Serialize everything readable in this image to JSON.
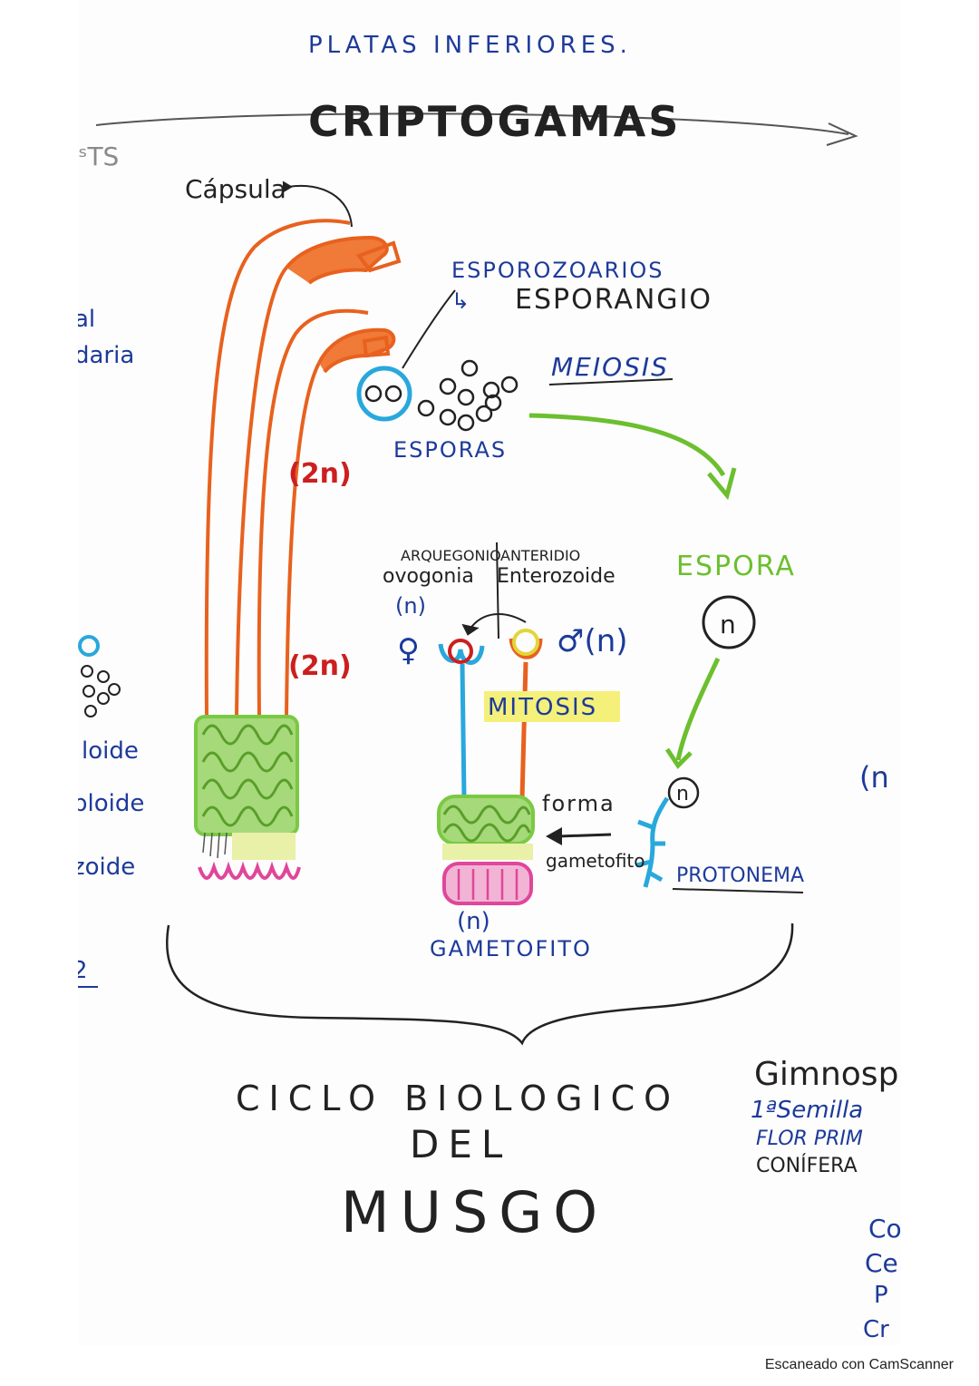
{
  "header": {
    "subtitle": "PLATAS INFERIORES.",
    "title": "CRIPTOGAMAS"
  },
  "labels": {
    "capsula": "Cápsula",
    "esporozoarios": "ESPOROZOARIOS",
    "esporangio": "ESPORANGIO",
    "meiosis": "MEIOSIS",
    "esporas": "ESPORAS",
    "ploidy_2n_upper": "(2n)",
    "ploidy_2n_lower": "(2n)",
    "arquegonio": "ARQUEGONIO",
    "anteridio": "ANTERIDIO",
    "ovogonia": "ovogonia",
    "enterozoide": "Enterozoide",
    "n_female": "(n)",
    "female_symbol": "♀",
    "male": "♂(n)",
    "mitosis": "MITOSIS",
    "espora": "ESPORA",
    "n_spore": "n",
    "n_protonema": "n",
    "forma": "forma",
    "gametofito_small": "gametofito",
    "protonema": "PROTONEMA",
    "n_gametofito": "(n)",
    "gametofito": "GAMETOFITO",
    "spore_n": "n"
  },
  "cycle_title": {
    "line1": "CICLO BIOLOGICO",
    "line2": "DEL",
    "line3": "MUSGO"
  },
  "left_edge": {
    "t1": "ˢTS",
    "t2": "al",
    "t3": "daria",
    "t4": "loide",
    "t5": "ploide",
    "t6": "zoide",
    "t7": "2"
  },
  "right_edge": {
    "t1": "(n",
    "t2": "Gimnosp",
    "t3": "1ªSemilla",
    "t4": "FLOR PRIM",
    "t5": "CONÍFERA",
    "t6": "Co",
    "t7": "Ce",
    "t8": "P",
    "t9": "Cr"
  },
  "colors": {
    "ink_blue": "#1d3a9a",
    "ink_dark": "#222222",
    "orange": "#e8611e",
    "red": "#cc1f1f",
    "green_arrow": "#6cbf2e",
    "moss_green": "#7ac943",
    "pink": "#e0469a",
    "cyan": "#28a8dc",
    "yellow": "#f4f07a",
    "gray": "#8a8a8a"
  },
  "footer": "Escaneado con CamScanner"
}
